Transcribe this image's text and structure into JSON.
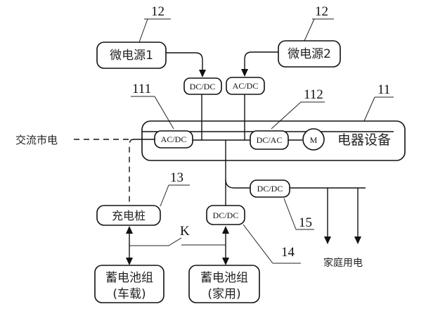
{
  "diagram": {
    "nodes": {
      "micro_source_1": "微电源1",
      "micro_source_2": "微电源2",
      "dcdc_top": "DC/DC",
      "acdc_top": "AC/DC",
      "acdc_111": "AC/DC",
      "dcac_112": "DC/AC",
      "motor": "M",
      "appliance": "电器设备",
      "ac_mains": "交流市电",
      "charging_pile": "充电桩",
      "dcdc_14": "DC/DC",
      "dcdc_15": "DC/DC",
      "battery_vehicle_line1": "蓄电池组",
      "battery_vehicle_line2": "(车载)",
      "battery_home_line1": "蓄电池组",
      "battery_home_line2": "(家用)",
      "household": "家庭用电",
      "switch_k": "K"
    },
    "refs": {
      "ref_12_left": "12",
      "ref_12_right": "12",
      "ref_111": "111",
      "ref_112": "112",
      "ref_11": "11",
      "ref_13": "13",
      "ref_14": "14",
      "ref_15": "15"
    }
  }
}
